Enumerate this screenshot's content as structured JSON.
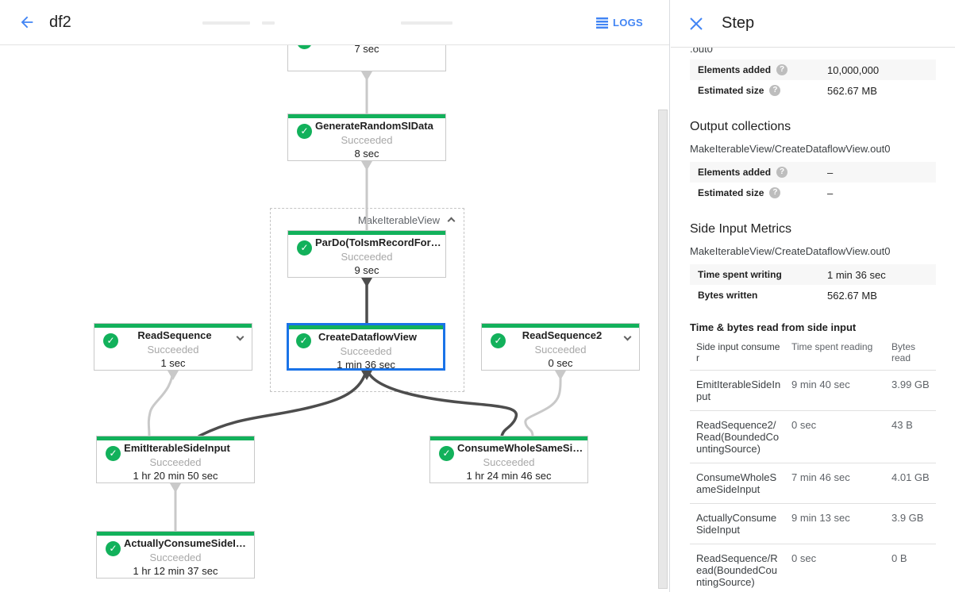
{
  "toolbar": {
    "title": "df2",
    "logs_label": "LOGS"
  },
  "graph": {
    "group_label": "MakeIterableView",
    "nodes": [
      {
        "title": "",
        "status": "Succeeded",
        "time": "7 sec"
      },
      {
        "title": "GenerateRandomSIData",
        "status": "Succeeded",
        "time": "8 sec"
      },
      {
        "title": "ParDo(ToIsmRecordFor…",
        "status": "Succeeded",
        "time": "9 sec"
      },
      {
        "title": "ReadSequence",
        "status": "Succeeded",
        "time": "1 sec"
      },
      {
        "title": "CreateDataflowView",
        "status": "Succeeded",
        "time": "1 min 36 sec"
      },
      {
        "title": "ReadSequence2",
        "status": "Succeeded",
        "time": "0 sec"
      },
      {
        "title": "EmitIterableSideInput",
        "status": "Succeeded",
        "time": "1 hr 20 min 50 sec"
      },
      {
        "title": "ConsumeWholeSameSi…",
        "status": "Succeeded",
        "time": "1 hr 24 min 46 sec"
      },
      {
        "title": "ActuallyConsumeSideI…",
        "status": "Succeeded",
        "time": "1 hr 12 min 37 sec"
      }
    ]
  },
  "panel": {
    "title": "Step",
    "clipped_line": ".out0",
    "input_metrics": {
      "rows": [
        {
          "label": "Elements added",
          "value": "10,000,000"
        },
        {
          "label": "Estimated size",
          "value": "562.67 MB"
        }
      ]
    },
    "output_collections": {
      "heading": "Output collections",
      "collection": "MakeIterableView/CreateDataflowView.out0",
      "rows": [
        {
          "label": "Elements added",
          "value": "–"
        },
        {
          "label": "Estimated size",
          "value": "–"
        }
      ]
    },
    "side_input_metrics": {
      "heading": "Side Input Metrics",
      "collection": "MakeIterableView/CreateDataflowView.out0",
      "rows": [
        {
          "label": "Time spent writing",
          "value": "1 min 36 sec"
        },
        {
          "label": "Bytes written",
          "value": "562.67 MB"
        }
      ],
      "table": {
        "heading": "Time & bytes read from side input",
        "columns": [
          "Side input consumer",
          "Time spent reading",
          "Bytes read"
        ],
        "rows": [
          {
            "consumer": "EmitIterableSideInput",
            "time": "9 min 40 sec",
            "bytes": "3.99 GB"
          },
          {
            "consumer": "ReadSequence2/Read(BoundedCountingSource)",
            "time": "0 sec",
            "bytes": "43 B"
          },
          {
            "consumer": "ConsumeWholeSameSideInput",
            "time": "7 min 46 sec",
            "bytes": "4.01 GB"
          },
          {
            "consumer": "ActuallyConsumeSideInput",
            "time": "9 min 13 sec",
            "bytes": "3.9 GB"
          },
          {
            "consumer": "ReadSequence/Read(BoundedCountingSource)",
            "time": "0 sec",
            "bytes": "0 B"
          }
        ]
      }
    }
  },
  "colors": {
    "accent_blue": "#4285f4",
    "selected_border": "#1a73e8",
    "success_green": "#12b15b",
    "edge_light": "#c9c9c9",
    "edge_dark": "#4d4d4d"
  }
}
